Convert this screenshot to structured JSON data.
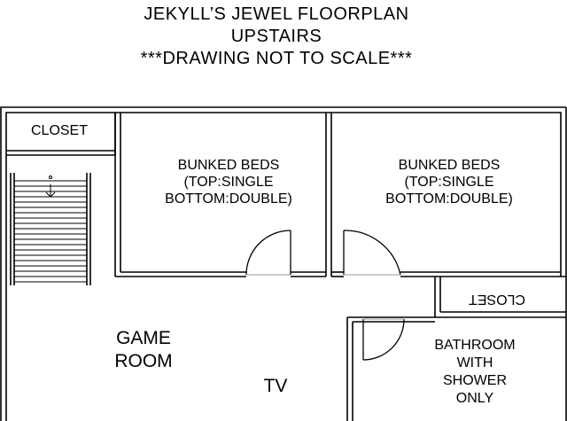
{
  "title": {
    "line1": "JEKYLL’S JEWEL FLOORPLAN",
    "line2": "UPSTAIRS",
    "line3": "***DRAWING NOT TO SCALE***"
  },
  "rooms": {
    "closet_top_left": "CLOSET",
    "bedroom_left": {
      "line1": "BUNKED BEDS",
      "line2": "(TOP:SINGLE",
      "line3": "BOTTOM:DOUBLE)"
    },
    "bedroom_right": {
      "line1": "BUNKED BEDS",
      "line2": "(TOP:SINGLE",
      "line3": "BOTTOM:DOUBLE)"
    },
    "closet_right": "CLOSET",
    "game_room": {
      "line1": "GAME",
      "line2": "ROOM"
    },
    "tv": "TV",
    "bathroom": {
      "line1": "BATHROOM",
      "line2": "WITH",
      "line3": "SHOWER",
      "line4": "ONLY"
    }
  }
}
